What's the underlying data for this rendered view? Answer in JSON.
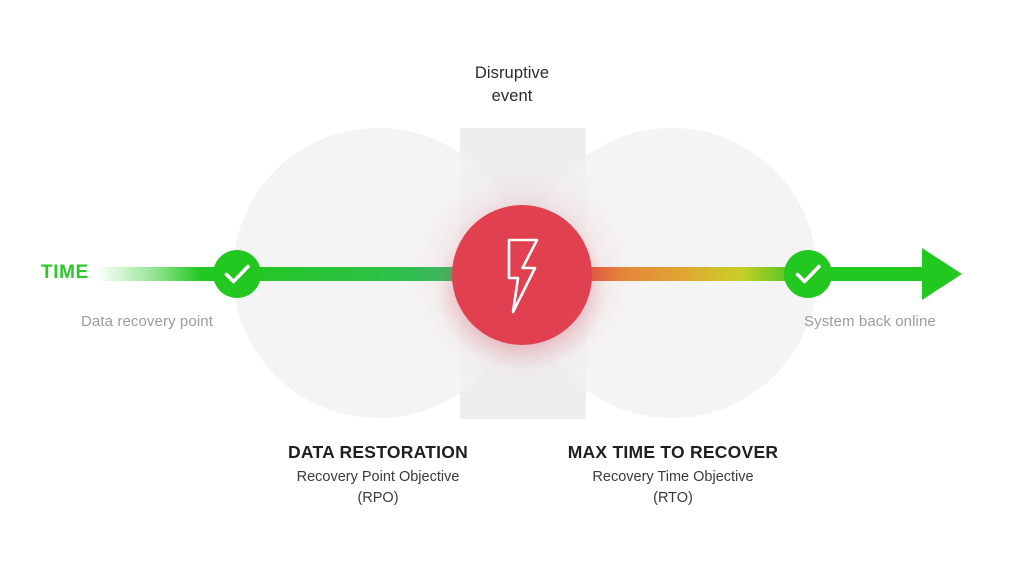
{
  "diagram": {
    "title_line1": "Disruptive",
    "title_line2": "event",
    "axis_label": "TIME",
    "left_caption": "Data recovery point",
    "right_caption": "System back online",
    "event_icon": "lightning-bolt-icon",
    "left_marker_icon": "check-circle-icon",
    "right_marker_icon": "check-circle-icon",
    "arrow_icon": "arrow-right-icon"
  },
  "phases": [
    {
      "id": "rpo",
      "title": "DATA RESTORATION",
      "subtitle": "Recovery Point Objective",
      "abbreviation": "(RPO)"
    },
    {
      "id": "rto",
      "title": "MAX TIME TO RECOVER",
      "subtitle": "Recovery Time Objective",
      "abbreviation": "(RTO)"
    }
  ],
  "colors": {
    "green": "#22c720",
    "green_label": "#2ec62b",
    "event_red": "#e0404f",
    "caption_gray": "#9b9ba1",
    "circle_gray": "#f4f4f4",
    "band_gray": "#ededed",
    "title_dark": "#1f1f23",
    "timeline_orange": "#e8863b",
    "timeline_yellow": "#cfd229"
  }
}
